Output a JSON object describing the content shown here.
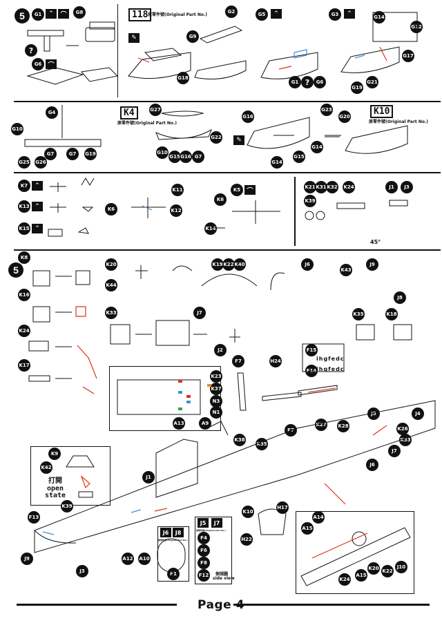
{
  "page": {
    "footer": "Page 4",
    "step_number": "5"
  },
  "row1": {
    "panel1": {
      "tags": [
        "G1",
        "G8",
        "G6"
      ],
      "note": "?"
    },
    "panel2": {
      "part_no": "118",
      "part_label": "原零件號(Original Part No.)",
      "tags": [
        "G2",
        "G9",
        "G18"
      ]
    },
    "panel3": {
      "tags": [
        "G5",
        "G1",
        "G6"
      ],
      "note": "?"
    },
    "panel4": {
      "tags": [
        "G3",
        "G14",
        "G12",
        "G17",
        "G19",
        "G21"
      ]
    }
  },
  "row2": {
    "panel1": {
      "tags": [
        "G4",
        "G10",
        "G25",
        "G26",
        "G7",
        "G7",
        "G19"
      ]
    },
    "panel2": {
      "part_no": "K4",
      "part_label": "原零件號(Original Part No.)",
      "tags": [
        "G27",
        "G22",
        "G10",
        "G15",
        "G7",
        "G16"
      ]
    },
    "panel3": {
      "tags": [
        "G16",
        "G23",
        "G20",
        "G14",
        "G15",
        "G14"
      ]
    },
    "panel4": {
      "part_no": "K10",
      "part_label": "原零件號(Original Part No.)"
    }
  },
  "row3": {
    "left_tags": [
      "K7",
      "K13",
      "K15",
      "K6",
      "K11",
      "K12",
      "K5",
      "K6",
      "K14"
    ],
    "right_tags": [
      "K21",
      "K31",
      "K32",
      "K24",
      "J1",
      "J3",
      "K39"
    ],
    "angle_label": "45°"
  },
  "row4": {
    "left_tags": [
      "K8",
      "K16",
      "K24",
      "K17"
    ],
    "mid_tags": [
      "K20",
      "K44",
      "K19",
      "K22",
      "K40",
      "J6",
      "K43",
      "J9",
      "J8"
    ],
    "lower_tags": [
      "K33",
      "J7",
      "J2",
      "K35",
      "K18"
    ],
    "decals": {
      "tags": [
        "F7",
        "H24",
        "F15",
        "F14"
      ],
      "line1": "ihgfedc",
      "line2": "ihgfedc"
    },
    "inset_tags": [
      "K23",
      "K37",
      "N3",
      "N1",
      "A13",
      "A9"
    ],
    "flags": [
      "J5",
      "J4",
      "K38",
      "K35",
      "F7",
      "K27",
      "K28",
      "K26",
      "K33",
      "J7",
      "J6"
    ]
  },
  "bottom": {
    "k9_tag": "K9",
    "k42_tag": "K42",
    "open_state_cjk": "打開",
    "open_state_en1": "open",
    "open_state_en2": "state",
    "j1_tag": "J1",
    "j8_box": {
      "tags": [
        "J6",
        "J8"
      ],
      "part_label": "原零件號(Original Part No.)",
      "bottom_tag": "F1"
    },
    "j5_box": {
      "tags": [
        "J5",
        "J7"
      ],
      "part_label": "原零件號(Original Part No.)",
      "items": [
        "F4",
        "F6",
        "F8",
        "F12"
      ],
      "side_view_cjk": "側視圖",
      "side_view_en": "side view"
    },
    "hull_tags": [
      "F13",
      "K39",
      "J9",
      "J3",
      "A12",
      "A10",
      "K10",
      "H17",
      "H22"
    ],
    "detail_tags": [
      "A14",
      "A15",
      "A15",
      "K20",
      "J10",
      "K22",
      "K24"
    ]
  },
  "colors": {
    "ink": "#111111",
    "accent_red": "#e0301e",
    "accent_blue": "#3f8fd8",
    "accent_green": "#2ea84c",
    "accent_orange": "#f08a24"
  }
}
